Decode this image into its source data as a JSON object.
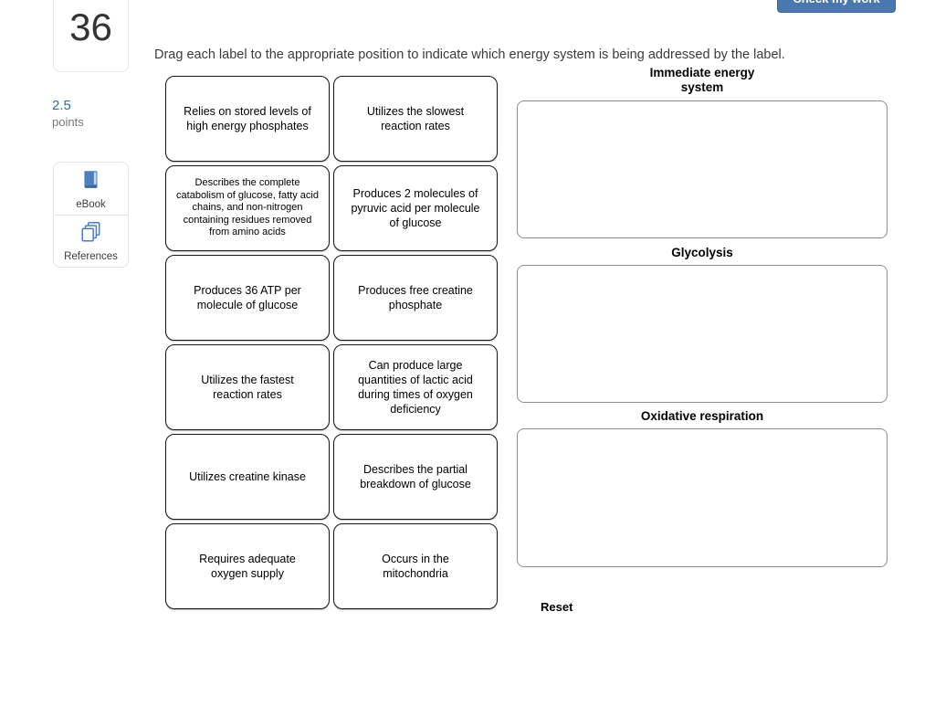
{
  "question": {
    "number": "36",
    "points_value": "2.5",
    "points_label": "points"
  },
  "sidebar": {
    "ebook": "eBook",
    "references": "References"
  },
  "toolbar": {
    "check_button": "Check my work"
  },
  "instruction": "Drag each label to the appropriate position to indicate which energy system is being addressed by the label.",
  "labels": [
    "Relies on stored levels of high energy phosphates",
    "Utilizes the slowest reaction rates",
    "Describes the complete catabolism of glucose, fatty acid chains, and non-nitrogen containing residues removed from amino acids",
    "Produces 2 molecules of pyruvic acid per molecule of glucose",
    "Produces 36 ATP per molecule of glucose",
    "Produces free creatine phosphate",
    "Utilizes the fastest reaction rates",
    "Can produce large quantities of lactic acid during times of oxygen deficiency",
    "Utilizes creatine kinase",
    "Describes the partial breakdown of glucose",
    "Requires adequate oxygen supply",
    "Occurs in the mitochondria"
  ],
  "dropzones": {
    "immediate": "Immediate energy system",
    "glycolysis": "Glycolysis",
    "oxidative": "Oxidative respiration"
  },
  "reset_label": "Reset",
  "colors": {
    "accent_blue": "#4a78ae",
    "points_blue": "#2b6da9",
    "icon_blue": "#4d7fc0"
  }
}
